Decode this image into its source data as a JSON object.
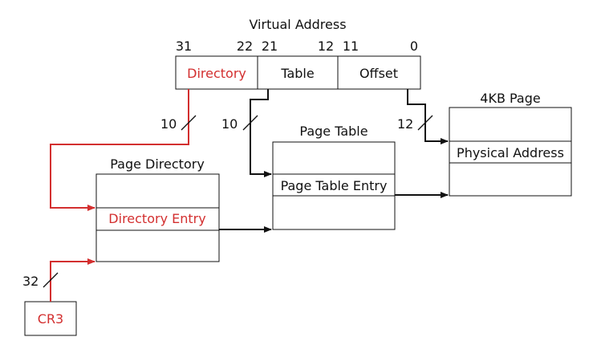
{
  "colors": {
    "accent": "#d32f2f",
    "line": "#111111"
  },
  "virtual_address": {
    "title": "Virtual Address",
    "bit_labels": [
      "31",
      "22",
      "21",
      "12",
      "11",
      "0"
    ],
    "fields": [
      "Directory",
      "Table",
      "Offset"
    ]
  },
  "page_directory": {
    "title": "Page Directory",
    "entry": "Directory Entry"
  },
  "page_table": {
    "title": "Page Table",
    "entry": "Page Table Entry"
  },
  "page_4kb": {
    "title": "4KB Page",
    "entry": "Physical Address"
  },
  "cr3": {
    "label": "CR3"
  },
  "bus_widths": {
    "directory": "10",
    "table": "10",
    "offset": "12",
    "cr3": "32"
  }
}
